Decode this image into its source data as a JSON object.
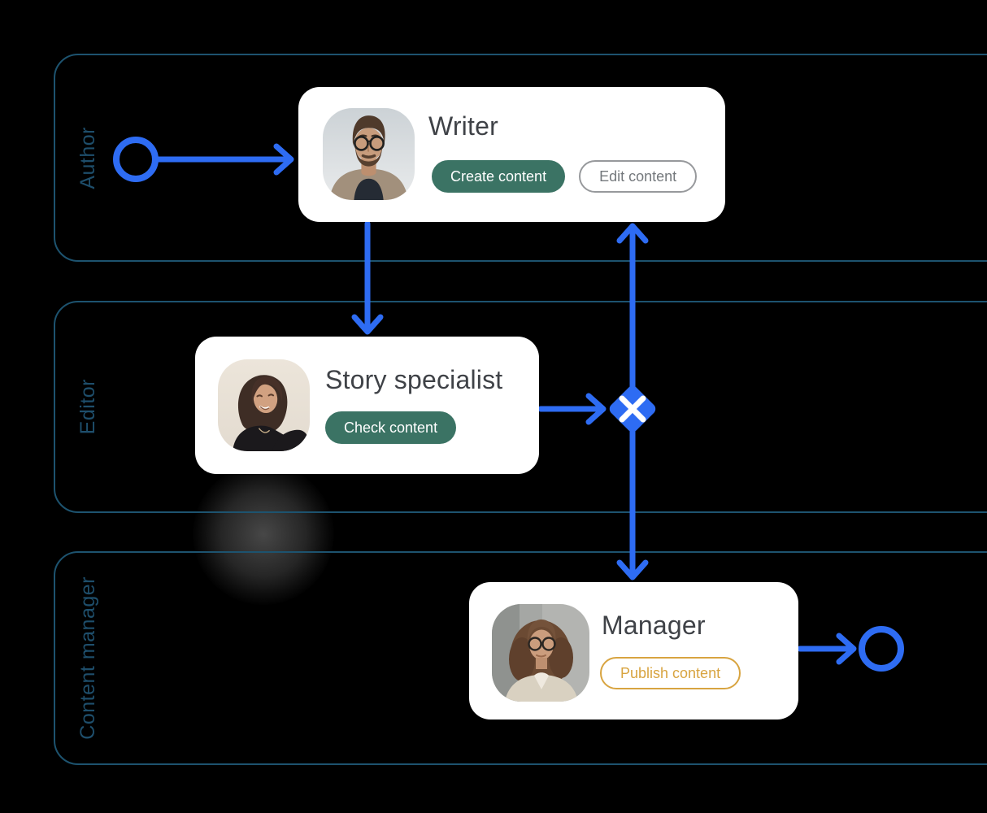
{
  "colors": {
    "page_bg": "#000000",
    "accent_blue": "#2e6cf3",
    "lane_border": "#1d536f",
    "lane_label": "#1e4e6b",
    "card_bg": "#ffffff",
    "title_text": "#3f4247",
    "green_fill": "#3b7364",
    "button_text_light": "#ffffff",
    "outline_gray_border": "#97999c",
    "outline_gray_text": "#74787c",
    "gold": "#d8a440"
  },
  "lanes": [
    {
      "label": "Author"
    },
    {
      "label": "Editor"
    },
    {
      "label": "Content manager"
    }
  ],
  "cards": {
    "writer": {
      "title": "Writer",
      "avatar": "man-glasses-beard-portrait",
      "buttons": [
        {
          "label": "Create content",
          "style": "filled-green"
        },
        {
          "label": "Edit content",
          "style": "outlined-gray"
        }
      ]
    },
    "story_specialist": {
      "title": "Story specialist",
      "avatar": "woman-dark-bob-portrait",
      "buttons": [
        {
          "label": "Check content",
          "style": "filled-green"
        }
      ]
    },
    "manager": {
      "title": "Manager",
      "avatar": "woman-curly-glasses-portrait",
      "buttons": [
        {
          "label": "Publish content",
          "style": "outlined-gold"
        }
      ]
    }
  },
  "flow_icons": {
    "start_event": "circle-outline",
    "end_event": "circle-outline",
    "gateway": "x-mark-diamond"
  }
}
